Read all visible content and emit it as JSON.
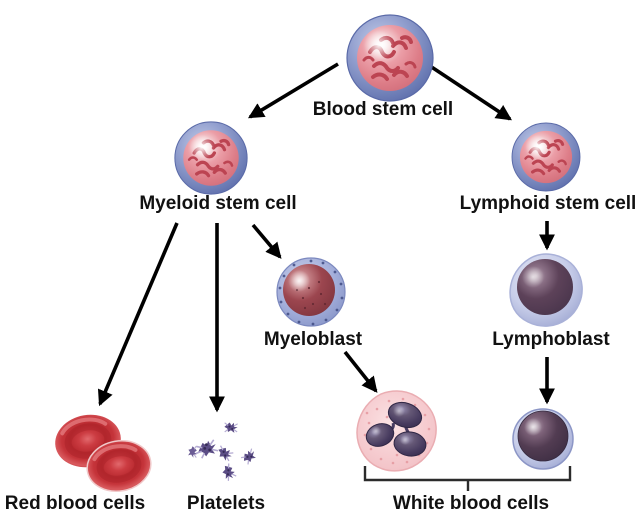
{
  "diagram": {
    "type": "blood cell lineage (hematopoiesis) diagram",
    "nodes": {
      "blood_stem_cell": {
        "label": "Blood stem cell"
      },
      "myeloid_stem_cell": {
        "label": "Myeloid stem cell"
      },
      "lymphoid_stem_cell": {
        "label": "Lymphoid stem cell"
      },
      "myeloblast": {
        "label": "Myeloblast"
      },
      "lymphoblast": {
        "label": "Lymphoblast"
      },
      "red_blood_cells": {
        "label": "Red blood cells"
      },
      "platelets": {
        "label": "Platelets"
      },
      "white_blood_cells": {
        "label": "White blood cells"
      }
    },
    "edges": [
      {
        "from": "Blood stem cell",
        "to": "Myeloid stem cell"
      },
      {
        "from": "Blood stem cell",
        "to": "Lymphoid stem cell"
      },
      {
        "from": "Myeloid stem cell",
        "to": "Red blood cells"
      },
      {
        "from": "Myeloid stem cell",
        "to": "Platelets"
      },
      {
        "from": "Myeloid stem cell",
        "to": "Myeloblast"
      },
      {
        "from": "Myeloblast",
        "to": "White blood cells (granulocyte)"
      },
      {
        "from": "Lymphoid stem cell",
        "to": "Lymphoblast"
      },
      {
        "from": "Lymphoblast",
        "to": "White blood cells (lymphocyte)"
      }
    ],
    "palette": {
      "background": "#ffffff",
      "label_text": "#111111",
      "arrow": "#000000",
      "bracket": "#2b2b2b",
      "stem_cell_rim": "#7585bd",
      "stem_cell_nucleus": "#e38d97",
      "nucleus_folds": "#bb4150",
      "myeloblast_nucleus": "#8e3941",
      "lymphoblast_nucleus": "#4e3a50",
      "granulocyte_cytoplasm": "#f6ced1",
      "wbc_nucleus_lobe": "#4e4166",
      "red_blood_cell": "#c63137",
      "platelet": "#5b4d85"
    }
  }
}
